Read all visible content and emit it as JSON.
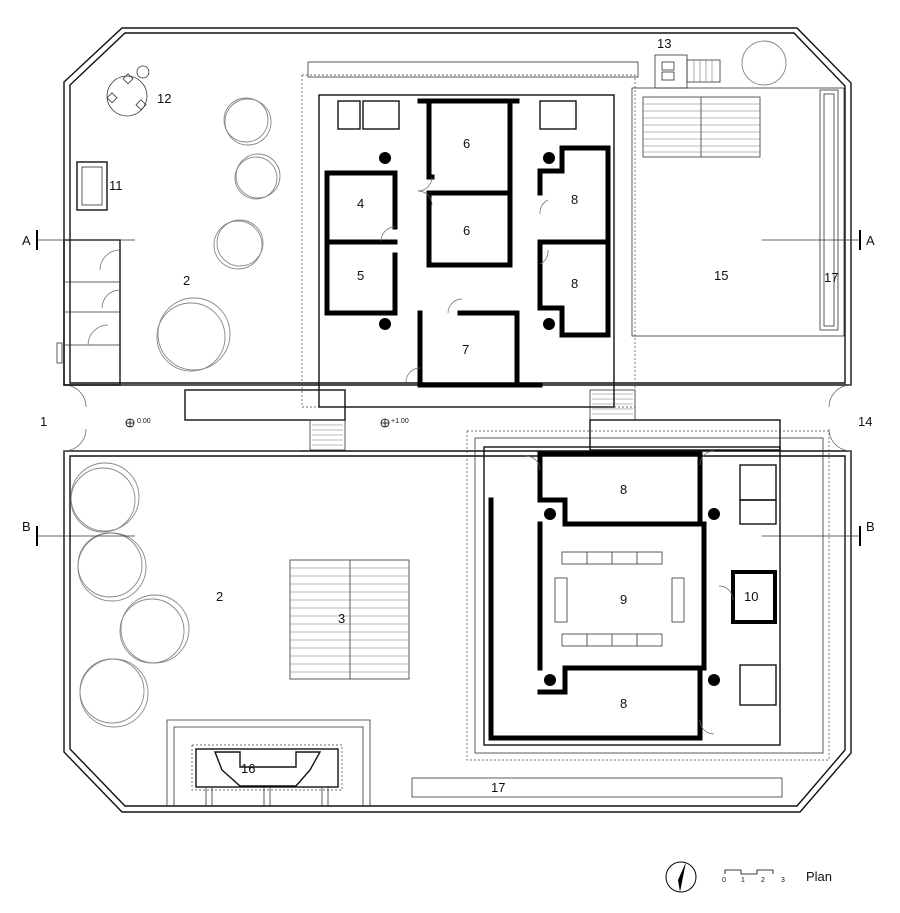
{
  "rooms": {
    "r1": "1",
    "r2_top": "2",
    "r2_bottom": "2",
    "r3": "3",
    "r4": "4",
    "r5": "5",
    "r6a": "6",
    "r6b": "6",
    "r7": "7",
    "r8a": "8",
    "r8b": "8",
    "r8c": "8",
    "r8d": "8",
    "r9": "9",
    "r10": "10",
    "r11": "11",
    "r12": "12",
    "r13": "13",
    "r14": "14",
    "r15": "15",
    "r16": "16",
    "r17a": "17",
    "r17b": "17"
  },
  "sections": {
    "a_left": "A",
    "a_right": "A",
    "b_left": "B",
    "b_right": "B"
  },
  "levels": {
    "entry": "0.00",
    "upper": "+1.00"
  },
  "scale_bar": {
    "ticks": [
      "0",
      "1",
      "2",
      "3"
    ],
    "title": "Plan"
  }
}
